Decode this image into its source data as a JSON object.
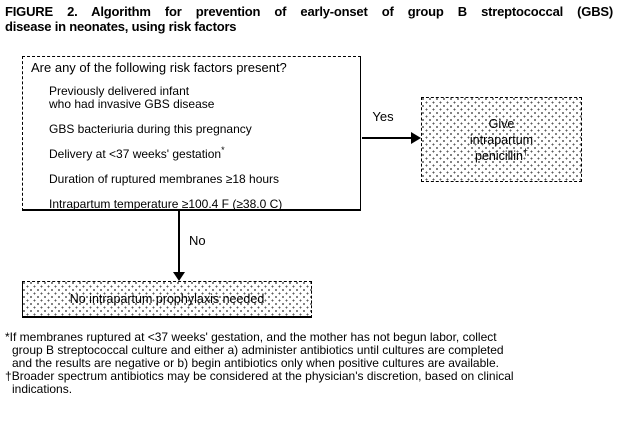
{
  "figure": {
    "title_line1": "FIGURE 2. Algorithm for prevention of early-onset of group B streptococcal (GBS)",
    "title_line2": "disease in neonates, using risk factors"
  },
  "flowchart": {
    "decision_box": {
      "question": "Are any of the following risk factors present?",
      "risk_factors": [
        {
          "text": "Previously delivered infant\nwho had invasive GBS disease"
        },
        {
          "text": "GBS bacteriuria during this pregnancy"
        },
        {
          "text": "Delivery at <37 weeks' gestation",
          "superscript": "*"
        },
        {
          "text": "Duration of ruptured membranes ≥18 hours"
        },
        {
          "text": "Intrapartum temperature ≥100.4 F (≥38.0 C)"
        }
      ]
    },
    "yes_label": "Yes",
    "no_label": "No",
    "yes_box": {
      "text": "Give\nintrapartum\npenicillin",
      "superscript": "†"
    },
    "no_box": {
      "text": "No intrapartum prophylaxis needed"
    }
  },
  "footnotes": [
    {
      "marker": "*",
      "text": "If membranes ruptured at <37 weeks' gestation, and the mother has not begun labor, collect\ngroup B streptococcal culture and either a) administer antibiotics until cultures are completed\nand the results are negative or b) begin antibiotics only when positive cultures are available."
    },
    {
      "marker": "†",
      "text": "Broader spectrum antibiotics may be considered at the physician's discretion, based on clinical\nindications."
    }
  ],
  "colors": {
    "text": "#000000",
    "background": "#ffffff",
    "stipple_dot": "#5a5a5a"
  }
}
